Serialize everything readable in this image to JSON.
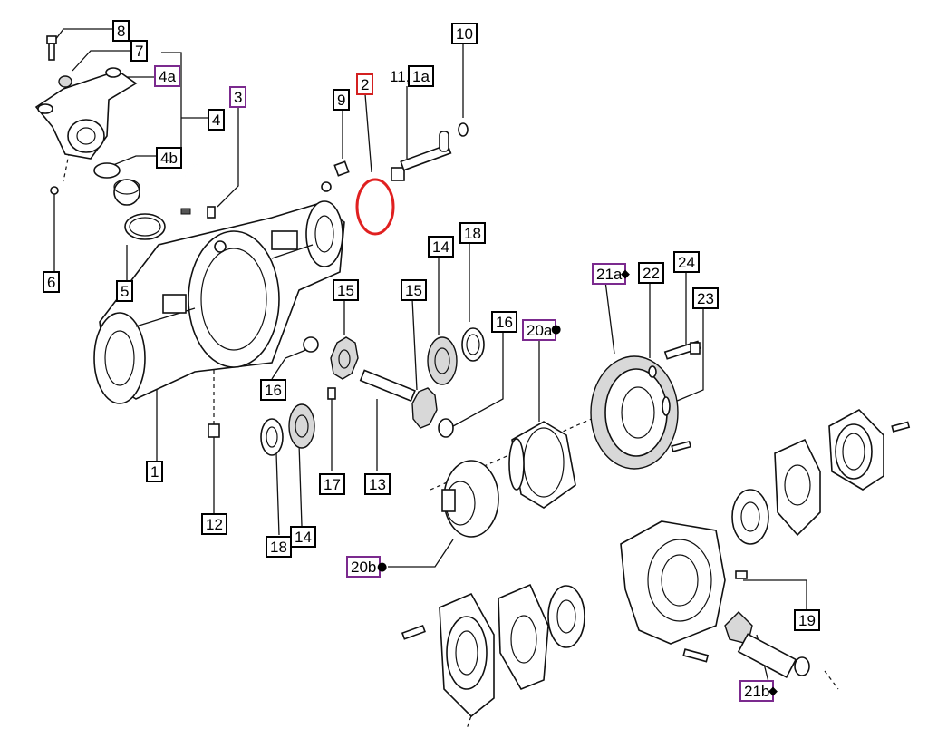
{
  "diagram": {
    "labels": {
      "l8": "8",
      "l7": "7",
      "l4a": "4a",
      "l4": "4",
      "l3": "3",
      "l4b": "4b",
      "l6": "6",
      "l5": "5",
      "l9": "9",
      "l2": "2",
      "l11": "11,",
      "l11a": "1a",
      "l10": "10",
      "l14a": "14",
      "l18a": "18",
      "l15a": "15",
      "l15b": "15",
      "l16a": "16",
      "l20a": "20a",
      "l21a": "21a",
      "l22": "22",
      "l24": "24",
      "l23": "23",
      "l16b": "16",
      "l1": "1",
      "l17": "17",
      "l13": "13",
      "l12": "12",
      "l18b": "18",
      "l14b": "14",
      "l20b": "20b",
      "l19": "19",
      "l21b": "21b"
    },
    "markers": {
      "dot": "●",
      "diamond": "◆"
    },
    "label_colors": {
      "default": "#000000",
      "purple": "#7b2a8e",
      "red": "#d32020",
      "oring": "#e02020"
    }
  }
}
